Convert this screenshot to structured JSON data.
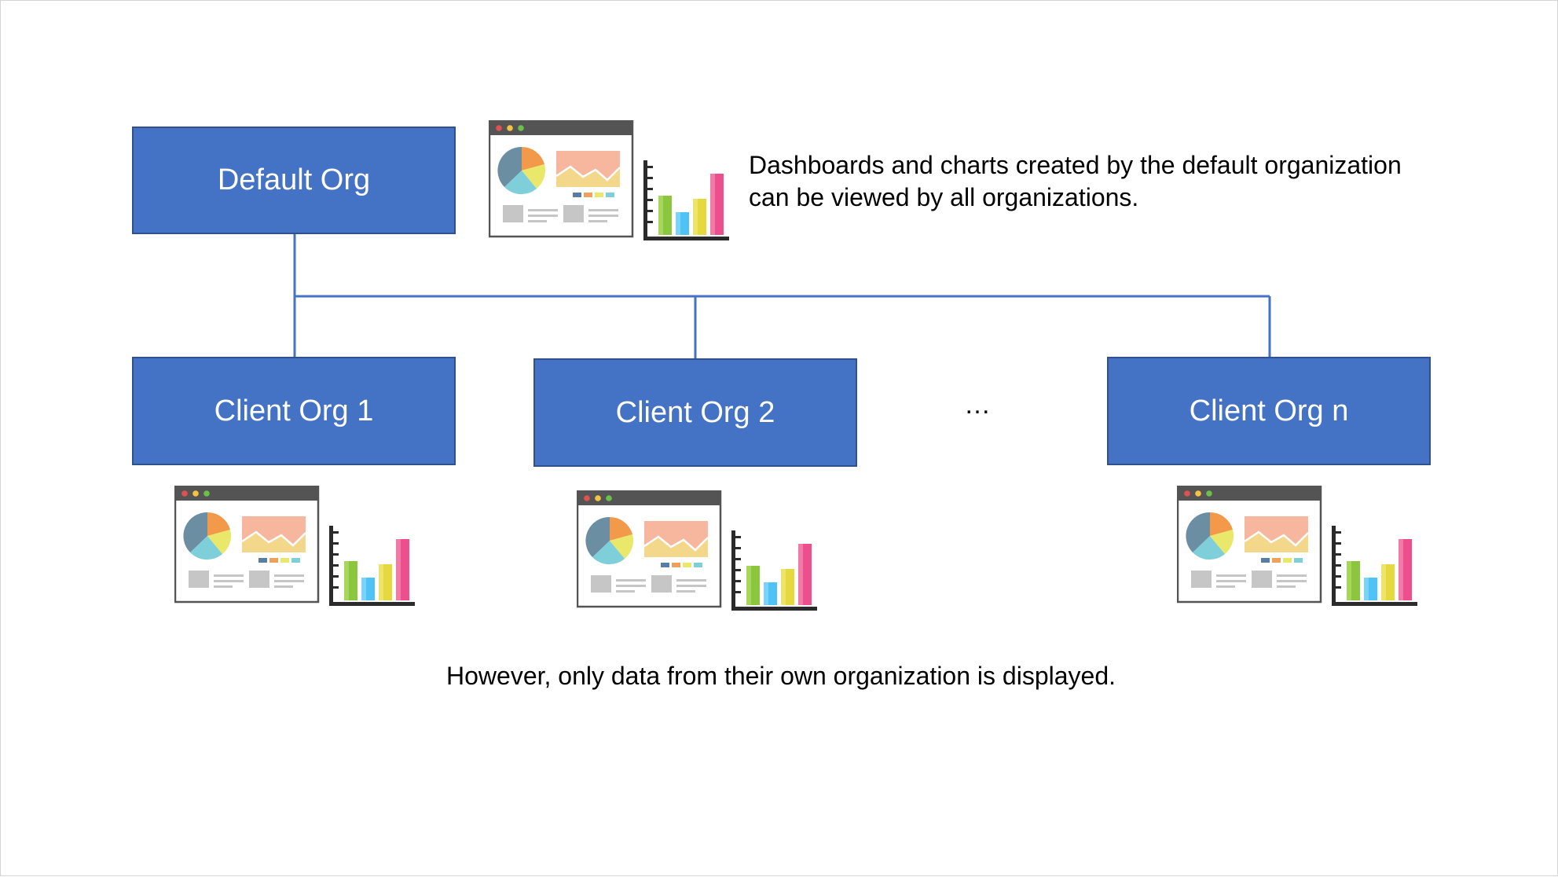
{
  "colors": {
    "box_fill": "#4472c4",
    "box_border": "#2f528f",
    "box_text": "#ffffff",
    "connector": "#4472c4"
  },
  "root_org": {
    "label": "Default Org"
  },
  "client_orgs": [
    {
      "label": "Client Org 1"
    },
    {
      "label": "Client Org 2"
    },
    {
      "label": "Client Org n"
    }
  ],
  "ellipsis": "…",
  "captions": {
    "top_line1": "Dashboards and charts created by the default organization",
    "top_line2": "can be viewed by all organizations.",
    "bottom": "However, only data from their own organization is displayed."
  },
  "icon": "dashboard-chart-icon"
}
